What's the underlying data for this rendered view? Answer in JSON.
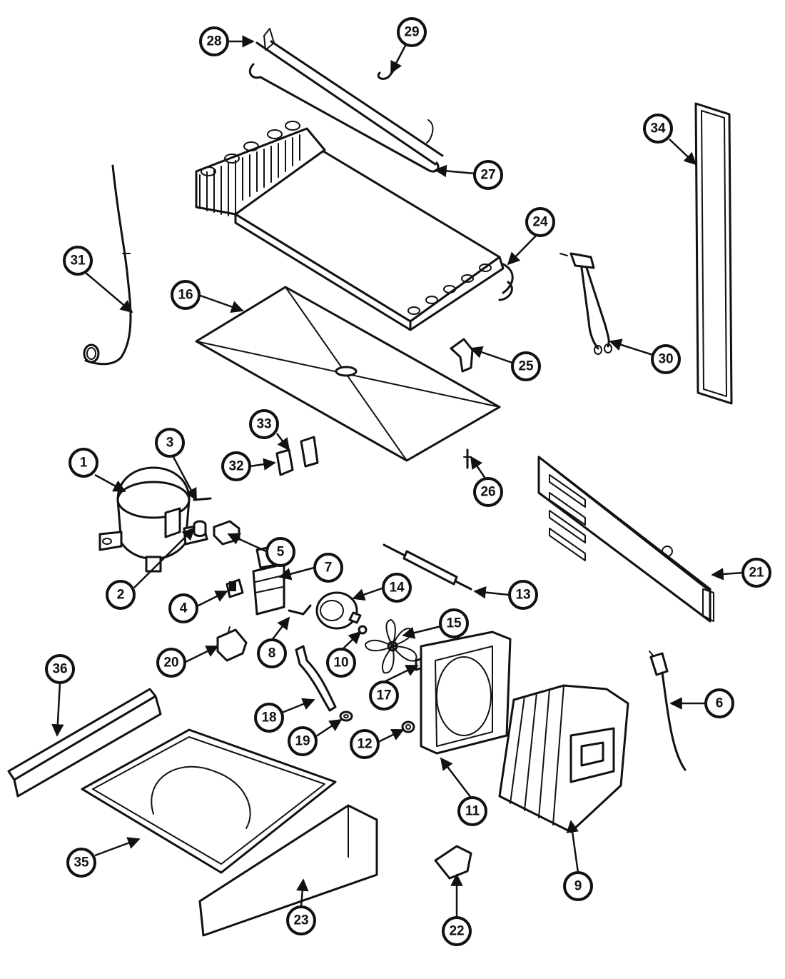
{
  "callouts": [
    {
      "id": "c1",
      "label": "1"
    },
    {
      "id": "c2",
      "label": "2"
    },
    {
      "id": "c3",
      "label": "3"
    },
    {
      "id": "c4",
      "label": "4"
    },
    {
      "id": "c5",
      "label": "5"
    },
    {
      "id": "c6",
      "label": "6"
    },
    {
      "id": "c7",
      "label": "7"
    },
    {
      "id": "c8",
      "label": "8"
    },
    {
      "id": "c9",
      "label": "9"
    },
    {
      "id": "c10",
      "label": "10"
    },
    {
      "id": "c11",
      "label": "11"
    },
    {
      "id": "c12",
      "label": "12"
    },
    {
      "id": "c13",
      "label": "13"
    },
    {
      "id": "c14",
      "label": "14"
    },
    {
      "id": "c15",
      "label": "15"
    },
    {
      "id": "c16",
      "label": "16"
    },
    {
      "id": "c17",
      "label": "17"
    },
    {
      "id": "c18",
      "label": "18"
    },
    {
      "id": "c19",
      "label": "19"
    },
    {
      "id": "c20",
      "label": "20"
    },
    {
      "id": "c21",
      "label": "21"
    },
    {
      "id": "c22",
      "label": "22"
    },
    {
      "id": "c23",
      "label": "23"
    },
    {
      "id": "c24",
      "label": "24"
    },
    {
      "id": "c25",
      "label": "25"
    },
    {
      "id": "c26",
      "label": "26"
    },
    {
      "id": "c27",
      "label": "27"
    },
    {
      "id": "c28",
      "label": "28"
    },
    {
      "id": "c29",
      "label": "29"
    },
    {
      "id": "c30",
      "label": "30"
    },
    {
      "id": "c31",
      "label": "31"
    },
    {
      "id": "c32",
      "label": "32"
    },
    {
      "id": "c33",
      "label": "33"
    },
    {
      "id": "c34",
      "label": "34"
    },
    {
      "id": "c35",
      "label": "35"
    },
    {
      "id": "c36",
      "label": "36"
    }
  ],
  "colors": {
    "ink": "#111111",
    "paper": "#ffffff"
  }
}
